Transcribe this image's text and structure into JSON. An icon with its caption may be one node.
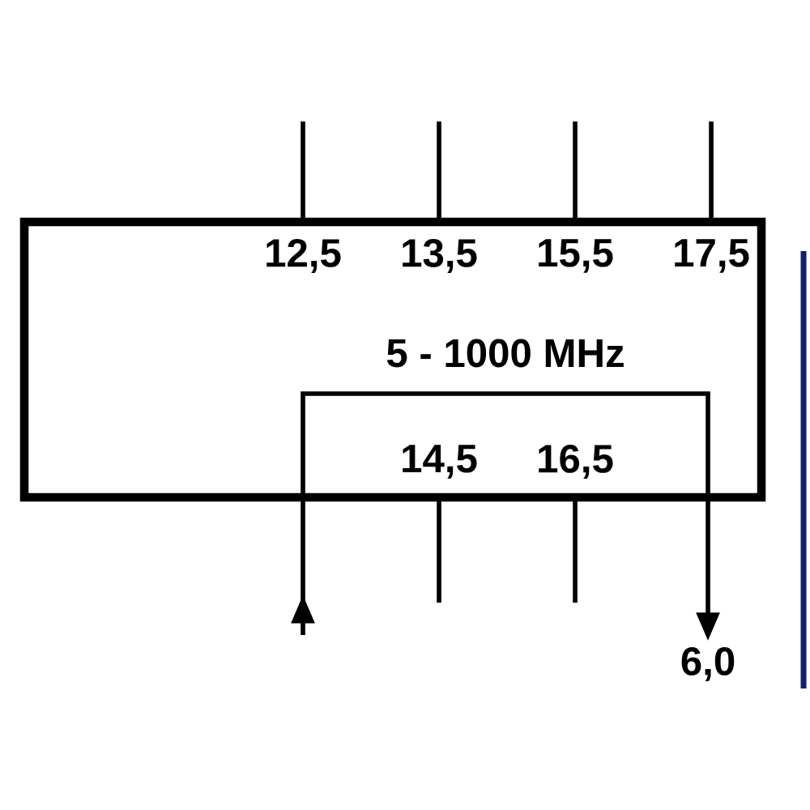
{
  "diagram": {
    "nodes": [
      {
        "text": [
          "5 - 1000 MHz"
        ]
      },
      {
        "text": [
          "6,0"
        ]
      }
    ],
    "edges": [
      {
        "from": null,
        "to": 1,
        "arrow": "to"
      }
    ],
    "labels": [
      "12,5",
      "13,5",
      "15,5",
      "17,5",
      "14,5",
      "16,5"
    ]
  }
}
